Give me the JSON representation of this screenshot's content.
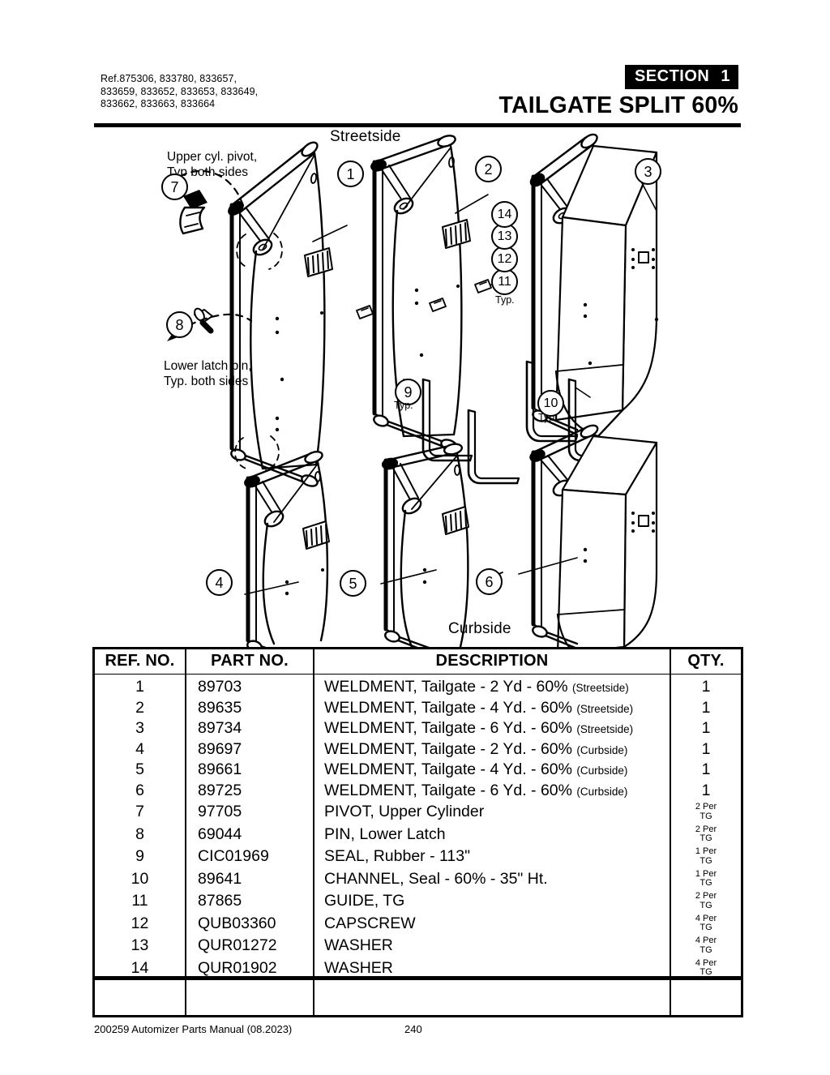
{
  "header": {
    "ref_text": "Ref.875306, 833780, 833657,\n833659, 833652, 833653, 833649,\n833662, 833663, 833664",
    "section_word": "SECTION",
    "section_number": "1",
    "title": "TAILGATE SPLIT 60%"
  },
  "diagram": {
    "streetside_label": "Streetside",
    "curbside_label": "Curbside",
    "annotation_upper": "Upper cyl. pivot,\nTyp both sides",
    "annotation_lower": "Lower latch pin,\nTyp. both sides",
    "typ_label": "Typ.",
    "callouts": [
      {
        "id": "1",
        "label": "1"
      },
      {
        "id": "2",
        "label": "2"
      },
      {
        "id": "3",
        "label": "3"
      },
      {
        "id": "4",
        "label": "4"
      },
      {
        "id": "5",
        "label": "5"
      },
      {
        "id": "6",
        "label": "6"
      },
      {
        "id": "7",
        "label": "7"
      },
      {
        "id": "8",
        "label": "8"
      },
      {
        "id": "9",
        "label": "9"
      },
      {
        "id": "10",
        "label": "10"
      },
      {
        "id": "11",
        "label": "11"
      },
      {
        "id": "12",
        "label": "12"
      },
      {
        "id": "13",
        "label": "13"
      },
      {
        "id": "14",
        "label": "14"
      }
    ]
  },
  "table": {
    "columns": [
      "REF. NO.",
      "PART NO.",
      "DESCRIPTION",
      "QTY."
    ],
    "rows": [
      {
        "ref": "1",
        "part": "89703",
        "desc_main": "WELDMENT, Tailgate - 2 Yd - 60% ",
        "desc_sub": "(Streetside)",
        "qty": "1",
        "qty_per": ""
      },
      {
        "ref": "2",
        "part": "89635",
        "desc_main": "WELDMENT, Tailgate - 4 Yd. - 60% ",
        "desc_sub": "(Streetside)",
        "qty": "1",
        "qty_per": ""
      },
      {
        "ref": "3",
        "part": "89734",
        "desc_main": "WELDMENT, Tailgate - 6 Yd. - 60% ",
        "desc_sub": "(Streetside)",
        "qty": "1",
        "qty_per": ""
      },
      {
        "ref": "4",
        "part": "89697",
        "desc_main": "WELDMENT, Tailgate - 2 Yd. - 60% ",
        "desc_sub": "(Curbside)",
        "qty": "1",
        "qty_per": ""
      },
      {
        "ref": "5",
        "part": "89661",
        "desc_main": "WELDMENT, Tailgate - 4 Yd. - 60% ",
        "desc_sub": "(Curbside)",
        "qty": "1",
        "qty_per": ""
      },
      {
        "ref": "6",
        "part": "89725",
        "desc_main": "WELDMENT, Tailgate - 6 Yd. - 60% ",
        "desc_sub": "(Curbside)",
        "qty": "1",
        "qty_per": ""
      },
      {
        "ref": "7",
        "part": "97705",
        "desc_main": "PIVOT, Upper Cylinder",
        "desc_sub": "",
        "qty": "2 Per",
        "qty_per": "TG"
      },
      {
        "ref": "8",
        "part": "69044",
        "desc_main": "PIN, Lower Latch",
        "desc_sub": "",
        "qty": "2 Per",
        "qty_per": "TG"
      },
      {
        "ref": "9",
        "part": "CIC01969",
        "desc_main": "SEAL, Rubber - 113\"",
        "desc_sub": "",
        "qty": "1 Per",
        "qty_per": "TG"
      },
      {
        "ref": "10",
        "part": "89641",
        "desc_main": "CHANNEL, Seal - 60% - 35\" Ht.",
        "desc_sub": "",
        "qty": "1 Per",
        "qty_per": "TG"
      },
      {
        "ref": "11",
        "part": "87865",
        "desc_main": "GUIDE, TG",
        "desc_sub": "",
        "qty": "2 Per",
        "qty_per": "TG"
      },
      {
        "ref": "12",
        "part": "QUB03360",
        "desc_main": "CAPSCREW",
        "desc_sub": "",
        "qty": "4 Per",
        "qty_per": "TG"
      },
      {
        "ref": "13",
        "part": "QUR01272",
        "desc_main": "WASHER",
        "desc_sub": "",
        "qty": "4 Per",
        "qty_per": "TG"
      },
      {
        "ref": "14",
        "part": "QUR01902",
        "desc_main": "WASHER",
        "desc_sub": "",
        "qty": "4 Per",
        "qty_per": "TG"
      }
    ]
  },
  "footer": {
    "document": "200259 Automizer Parts Manual (08.2023)",
    "page": "240"
  }
}
